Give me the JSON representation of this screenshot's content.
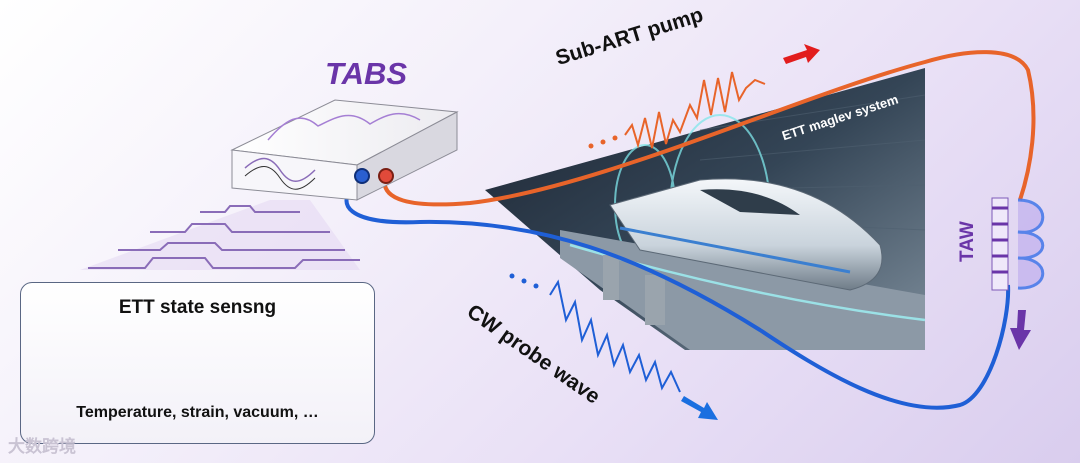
{
  "labels": {
    "system": "TABS",
    "pump": "Sub-ART pump",
    "probe": "CW probe wave",
    "maglev": "ETT maglev system",
    "acoustic_wave": "TAW"
  },
  "sensing_panel": {
    "title": "ETT state sensng",
    "parameters": "Temperature, strain, vacuum, …"
  },
  "watermark": "大数跨境",
  "colors": {
    "pump": "#e8642a",
    "probe": "#1f5fd6",
    "accent": "#6a35a8",
    "arrow_pump": "#e21d1d",
    "arrow_probe": "#1a6fe0"
  }
}
